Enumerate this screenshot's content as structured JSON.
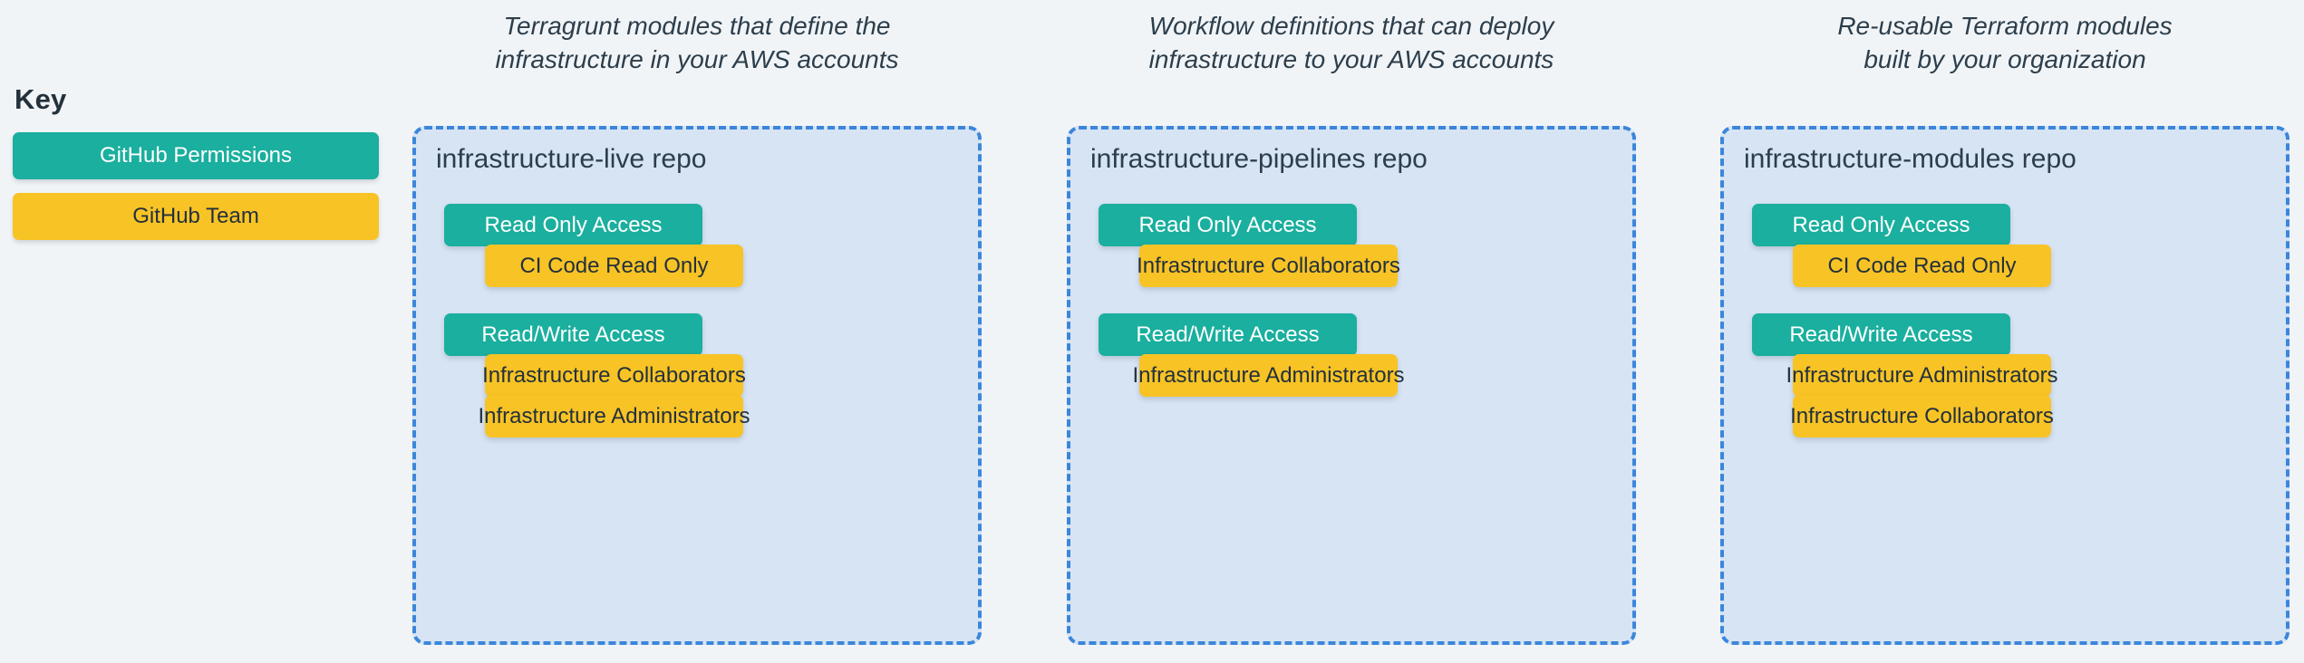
{
  "page": {
    "background_color": "#F1F4F7",
    "title": "GitHub repository permissions and teams diagram"
  },
  "colors": {
    "permission_teal": "#1AAF9E",
    "team_yellow": "#F8C325",
    "repo_fill": "#D6E4F4",
    "repo_border": "#3B86DB",
    "text_dark": "#2C3E4B"
  },
  "key": {
    "title": "Key",
    "items": [
      {
        "label": "GitHub Permissions",
        "kind": "permission"
      },
      {
        "label": "GitHub Team",
        "kind": "team"
      }
    ]
  },
  "columns": [
    {
      "caption_line1": "Terragrunt modules that define the",
      "caption_line2": "infrastructure in your AWS accounts",
      "repo_name": "infrastructure-live repo",
      "nodes": [
        {
          "label": "Read Only Access",
          "kind": "permission"
        },
        {
          "label": "CI Code Read Only",
          "kind": "team"
        },
        {
          "label": "Read/Write Access",
          "kind": "permission"
        },
        {
          "label": "Infrastructure Collaborators",
          "kind": "team"
        },
        {
          "label": "Infrastructure Administrators",
          "kind": "team"
        }
      ]
    },
    {
      "caption_line1": "Workflow definitions that can deploy",
      "caption_line2": "infrastructure to your AWS accounts",
      "repo_name": "infrastructure-pipelines repo",
      "nodes": [
        {
          "label": "Read Only Access",
          "kind": "permission"
        },
        {
          "label": "Infrastructure Collaborators",
          "kind": "team"
        },
        {
          "label": "Read/Write Access",
          "kind": "permission"
        },
        {
          "label": "Infrastructure Administrators",
          "kind": "team"
        }
      ]
    },
    {
      "caption_line1": "Re-usable Terraform modules",
      "caption_line2": "built by your organization",
      "repo_name": "infrastructure-modules repo",
      "nodes": [
        {
          "label": "Read Only Access",
          "kind": "permission"
        },
        {
          "label": "CI Code Read Only",
          "kind": "team"
        },
        {
          "label": "Read/Write Access",
          "kind": "permission"
        },
        {
          "label": "Infrastructure Administrators",
          "kind": "team"
        },
        {
          "label": "Infrastructure Collaborators",
          "kind": "team"
        }
      ]
    }
  ]
}
